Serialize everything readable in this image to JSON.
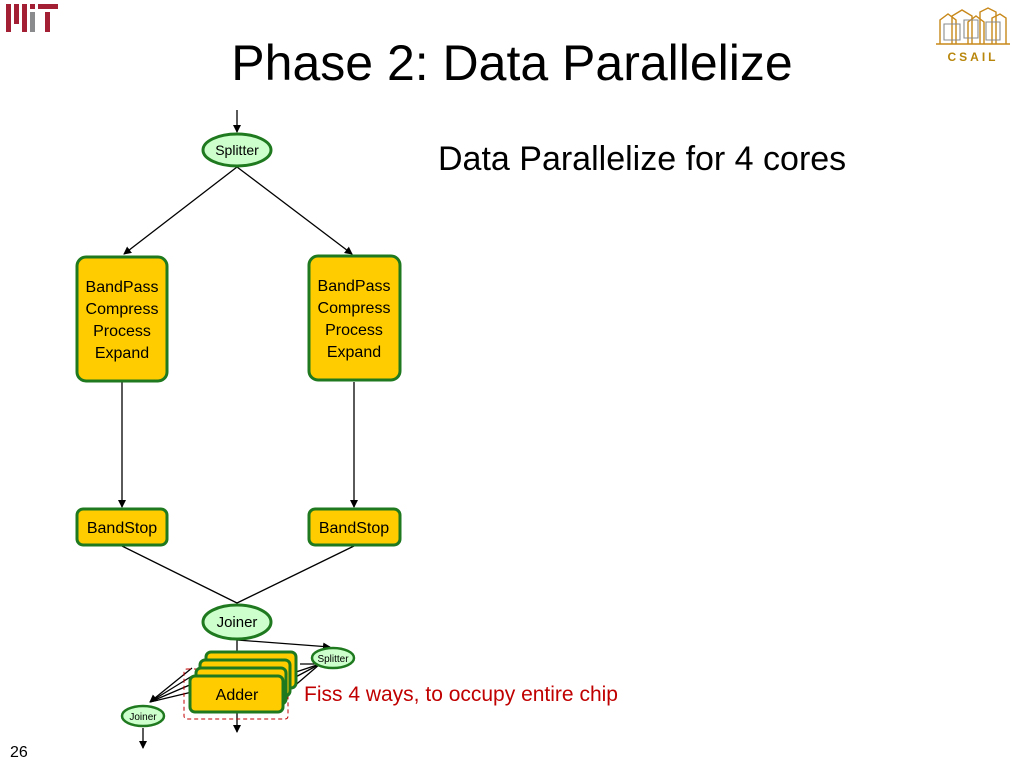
{
  "slide": {
    "title": "Phase 2: Data Parallelize",
    "subtitle": "Data Parallelize for 4 cores",
    "page_number": "26",
    "logos": {
      "left": "MIT",
      "right": "CSAIL"
    }
  },
  "diagram": {
    "splitter_top": "Splitter",
    "left_filter": [
      "BandPass",
      "Compress",
      "Process",
      "Expand"
    ],
    "right_filter": [
      "BandPass",
      "Compress",
      "Process",
      "Expand"
    ],
    "left_bandstop": "BandStop",
    "right_bandstop": "BandStop",
    "joiner_mid": "Joiner",
    "splitter_small": "Splitter",
    "adder": "Adder",
    "joiner_small": "Joiner",
    "annotation": "Fiss 4 ways, to occupy entire chip"
  },
  "colors": {
    "filter_fill": "#ffcc00",
    "filter_border": "#1f7a1f",
    "splitjoin_fill": "#ccffcc",
    "annotation": "#c00000",
    "logo_red": "#a31f34"
  }
}
